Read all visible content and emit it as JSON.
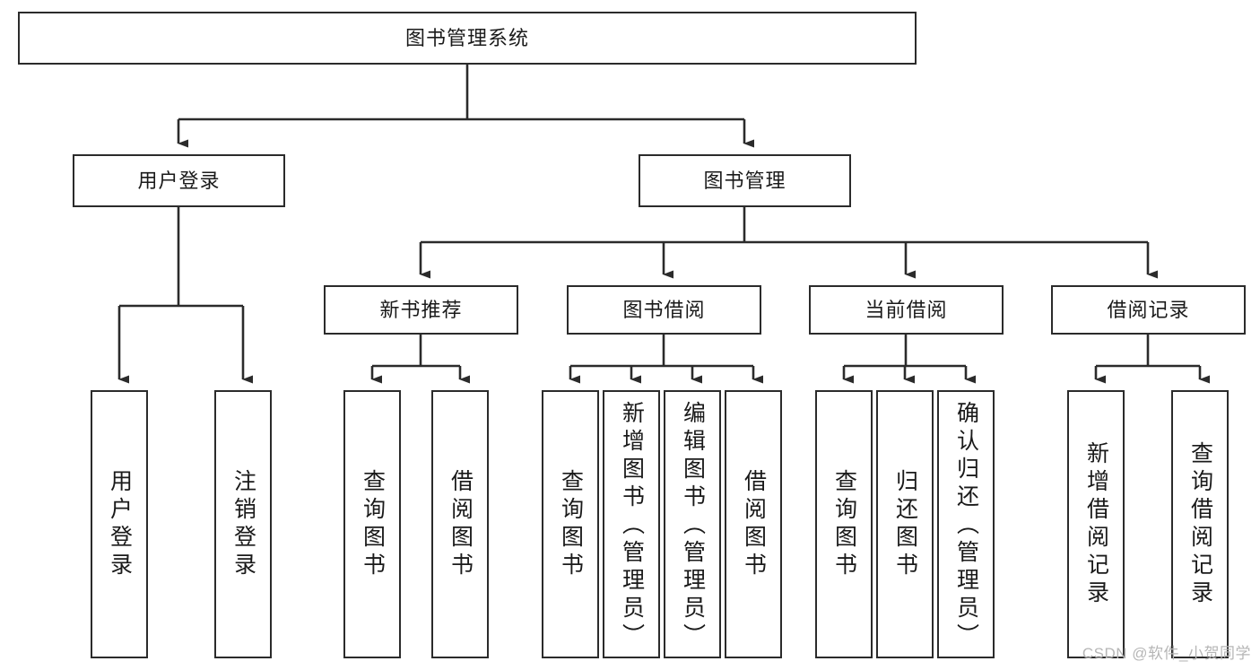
{
  "diagram": {
    "title": "图书管理系统",
    "type": "hierarchy-tree",
    "levels": 4,
    "root": {
      "label": "图书管理系统"
    },
    "level2": [
      {
        "label": "用户登录"
      },
      {
        "label": "图书管理"
      }
    ],
    "level3": [
      {
        "label": "新书推荐"
      },
      {
        "label": "图书借阅"
      },
      {
        "label": "当前借阅"
      },
      {
        "label": "借阅记录"
      }
    ],
    "leaves": {
      "user_login": [
        {
          "label": "用户登录"
        },
        {
          "label": "注销登录"
        }
      ],
      "new_book": [
        {
          "label": "查询图书"
        },
        {
          "label": "借阅图书"
        }
      ],
      "book_borrow": [
        {
          "label": "查询图书"
        },
        {
          "label": "新增图书（管理员）"
        },
        {
          "label": "编辑图书（管理员）"
        },
        {
          "label": "借阅图书"
        }
      ],
      "current_borrow": [
        {
          "label": "查询图书"
        },
        {
          "label": "归还图书"
        },
        {
          "label": "确认归还（管理员）"
        }
      ],
      "borrow_record": [
        {
          "label": "新增借阅记录"
        },
        {
          "label": "查询借阅记录"
        }
      ]
    }
  },
  "watermark": {
    "text": "CSDN @软件_小贺同学"
  },
  "colors": {
    "stroke": "#2b2b2b",
    "text": "#1a1a1a",
    "background": "#ffffff",
    "watermark": "#b6b6b6"
  }
}
